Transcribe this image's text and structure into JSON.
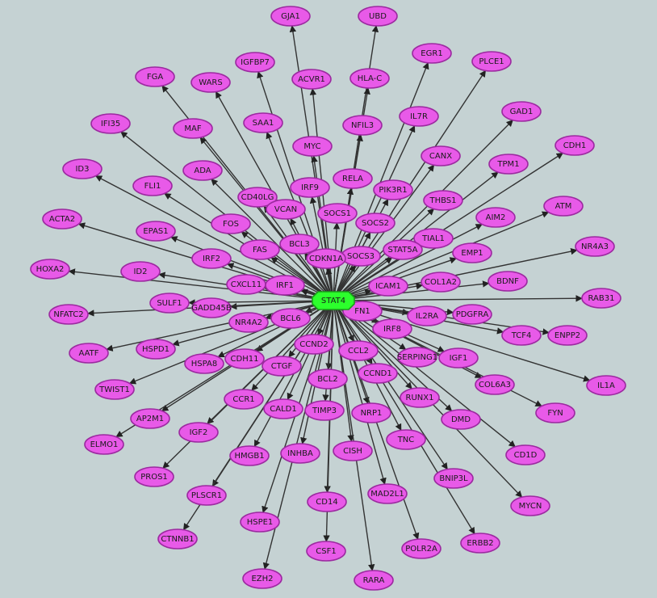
{
  "network": {
    "hub": "STAT4",
    "targets": [
      "GJA1",
      "UBD",
      "EGR1",
      "PLCE1",
      "IGFBP7",
      "ACVR1",
      "HLA-C",
      "FGA",
      "WARS",
      "GAD1",
      "IFI35",
      "MAF",
      "SAA1",
      "NFIL3",
      "IL7R",
      "MYC",
      "CDH1",
      "CANX",
      "TPM1",
      "ID3",
      "ADA",
      "FLI1",
      "RELA",
      "IRF9",
      "PIK3R1",
      "CD40LG",
      "THBS1",
      "VCAN",
      "SOCS1",
      "AIM2",
      "ATM",
      "ACTA2",
      "FOS",
      "SOCS2",
      "EPAS1",
      "BCL3",
      "TIAL1",
      "NR4A3",
      "FAS",
      "STAT5A",
      "IRF2",
      "SOCS3",
      "CDKN1A",
      "EMP1",
      "HOXA2",
      "ID2",
      "CXCL11",
      "COL1A2",
      "BDNF",
      "IRF1",
      "ICAM1",
      "RAB31",
      "SULF1",
      "GADD45B",
      "NFATC2",
      "FN1",
      "PDGFRA",
      "IL2RA",
      "NR4A2",
      "BCL6",
      "TCF4",
      "ENPP2",
      "IRF8",
      "AATF",
      "HSPD1",
      "CCND2",
      "CCL2",
      "IGF1",
      "HSPA8",
      "CDH11",
      "SERPING1",
      "IL1A",
      "CTGF",
      "CCND1",
      "COL6A3",
      "TWIST1",
      "BCL2",
      "RUNX1",
      "FYN",
      "CCR1",
      "AP2M1",
      "CALD1",
      "TIMP3",
      "NRP1",
      "DMD",
      "IGF2",
      "ELMO1",
      "TNC",
      "CD1D",
      "HMGB1",
      "INHBA",
      "CISH",
      "BNIP3L",
      "PROS1",
      "PLSCR1",
      "MAD2L1",
      "CD14",
      "MYCN",
      "HSPE1",
      "CTNNB1",
      "ERBB2",
      "POLR2A",
      "CSF1",
      "EZH2",
      "RARA"
    ],
    "colors": {
      "background": "#c5d2d3",
      "node_fill": "#e85ae8",
      "hub_fill": "#2cff2c",
      "edge": "#333333"
    }
  }
}
